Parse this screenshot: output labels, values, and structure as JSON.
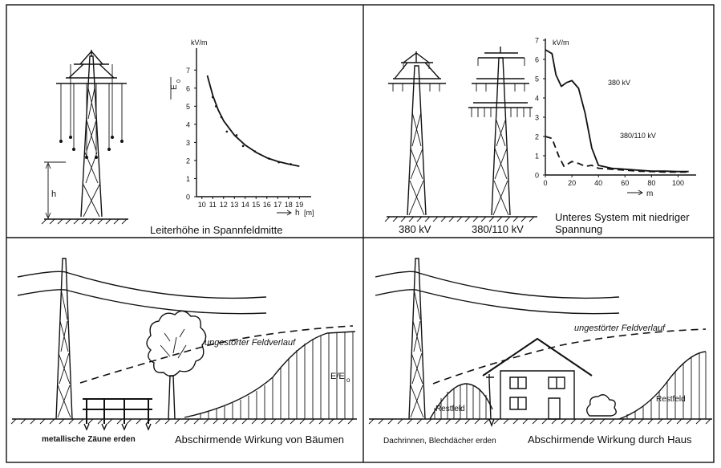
{
  "panel1": {
    "caption": "Leiterhöhe in Spannfeldmitte",
    "h_label": "h",
    "chart_data": {
      "type": "line",
      "ylabel_unit": "kV/m",
      "ylabel_symbol": "E",
      "ylabel_subscript": "0",
      "xlabel": "h",
      "xunit": "[m]",
      "xlim": [
        9.5,
        19.2
      ],
      "ylim": [
        0,
        7.5
      ],
      "x_ticks": [
        "10",
        "11",
        "12",
        "13",
        "14",
        "15",
        "16",
        "17",
        "18",
        "19"
      ],
      "y_ticks": [
        "0",
        "1",
        "2",
        "3",
        "4",
        "5",
        "6",
        "7"
      ],
      "series": [
        {
          "x": [
            10.5,
            11,
            11.5,
            12,
            13,
            14,
            15,
            16,
            17,
            18,
            19
          ],
          "values": [
            6.7,
            5.6,
            4.8,
            4.2,
            3.4,
            2.85,
            2.45,
            2.15,
            1.95,
            1.8,
            1.68
          ]
        }
      ],
      "points": {
        "x": [
          11,
          11.3,
          11.8,
          12.3,
          13.2,
          13.8,
          14.9,
          16.2,
          17.1,
          18.2
        ],
        "y": [
          5.5,
          5.0,
          4.4,
          3.6,
          3.4,
          2.8,
          2.5,
          2.1,
          1.9,
          1.8
        ]
      }
    }
  },
  "panel2": {
    "tower1_label": "380 kV",
    "tower2_label": "380/110 kV",
    "caption_line1": "Unteres System mit niedriger",
    "caption_line2": "Spannung",
    "chart_data": {
      "type": "line",
      "ylabel": "kV/m",
      "xlabel": "m",
      "xlim": [
        0,
        110
      ],
      "ylim": [
        0,
        7
      ],
      "x_ticks": [
        "0",
        "20",
        "40",
        "60",
        "80",
        "100"
      ],
      "y_ticks": [
        "0",
        "1",
        "2",
        "3",
        "4",
        "5",
        "6",
        "7"
      ],
      "series": [
        {
          "name": "380 kV",
          "x": [
            0,
            5,
            8,
            12,
            16,
            20,
            25,
            30,
            35,
            40,
            50,
            60,
            70,
            80,
            90,
            100,
            108
          ],
          "values": [
            6.5,
            6.3,
            5.2,
            4.6,
            4.8,
            4.9,
            4.5,
            3.2,
            1.4,
            0.5,
            0.35,
            0.3,
            0.25,
            0.2,
            0.2,
            0.18,
            0.18
          ],
          "style": "solid"
        },
        {
          "name": "380/110 kV",
          "x": [
            0,
            5,
            10,
            14,
            20,
            25,
            30,
            35,
            40,
            50,
            60,
            70,
            80,
            90,
            100,
            108
          ],
          "values": [
            2.0,
            1.9,
            1.0,
            0.45,
            0.7,
            0.6,
            0.45,
            0.5,
            0.35,
            0.3,
            0.25,
            0.2,
            0.18,
            0.15,
            0.15,
            0.15
          ],
          "style": "dashed"
        }
      ]
    }
  },
  "panel3": {
    "caption": "Abschirmende Wirkung von Bäumen",
    "fence_caption": "metallische Zäune erden",
    "field_label": "ungestörter Feldverlauf",
    "ratio_label": "E/E",
    "ratio_sub": "o"
  },
  "panel4": {
    "caption": "Abschirmende Wirkung durch Haus",
    "gutter_caption": "Dachrinnen, Blechdächer erden",
    "field_label": "ungestörter Feldverlauf",
    "restfeld_left": "Restfeld",
    "restfeld_right": "Restfeld"
  }
}
